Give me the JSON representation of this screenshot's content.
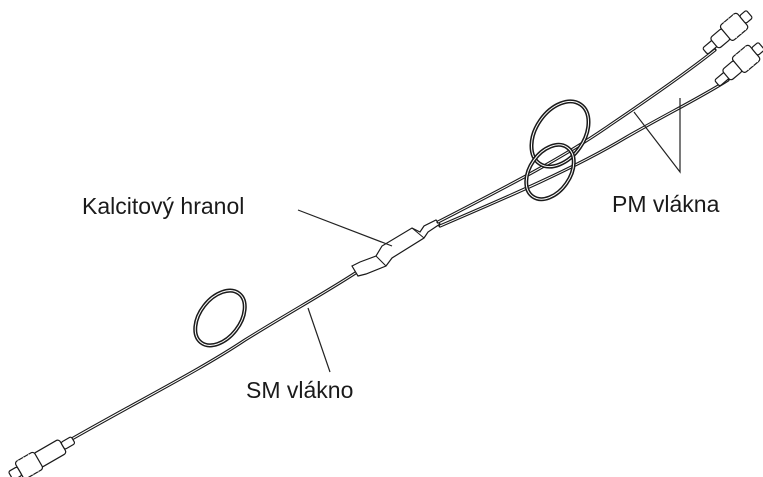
{
  "labels": {
    "prism": "Kalcitový hranol",
    "pm_fibers": "PM vlákna",
    "sm_fiber": "SM vlákno"
  },
  "colors": {
    "line": "#1a1a1a",
    "background": "#ffffff"
  }
}
